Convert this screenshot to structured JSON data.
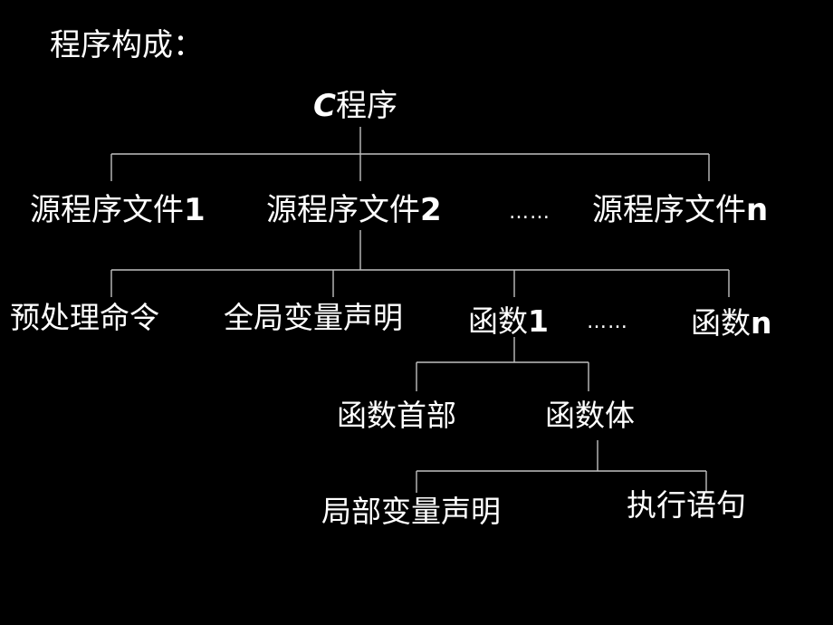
{
  "colors": {
    "background": "#000000",
    "text": "#ffffff",
    "connector": "#bfbfbf"
  },
  "title": "程序构成：",
  "root": {
    "prefix": "C",
    "suffix": "程序"
  },
  "level1": {
    "file1": {
      "label": "源程序文件",
      "suffix": "1"
    },
    "file2": {
      "label": "源程序文件",
      "suffix": "2"
    },
    "ellipsis": "……",
    "filen": {
      "label": "源程序文件",
      "suffix": "n"
    }
  },
  "level2": {
    "preprocess": "预处理命令",
    "global_decl": "全局变量声明",
    "func1": {
      "label": "函数",
      "suffix": "1"
    },
    "ellipsis": "……",
    "funcn": {
      "label": "函数",
      "suffix": "n"
    }
  },
  "level3": {
    "func_header": "函数首部",
    "func_body": "函数体"
  },
  "level4": {
    "local_decl": "局部变量声明",
    "exec_stmt": "执行语句"
  }
}
